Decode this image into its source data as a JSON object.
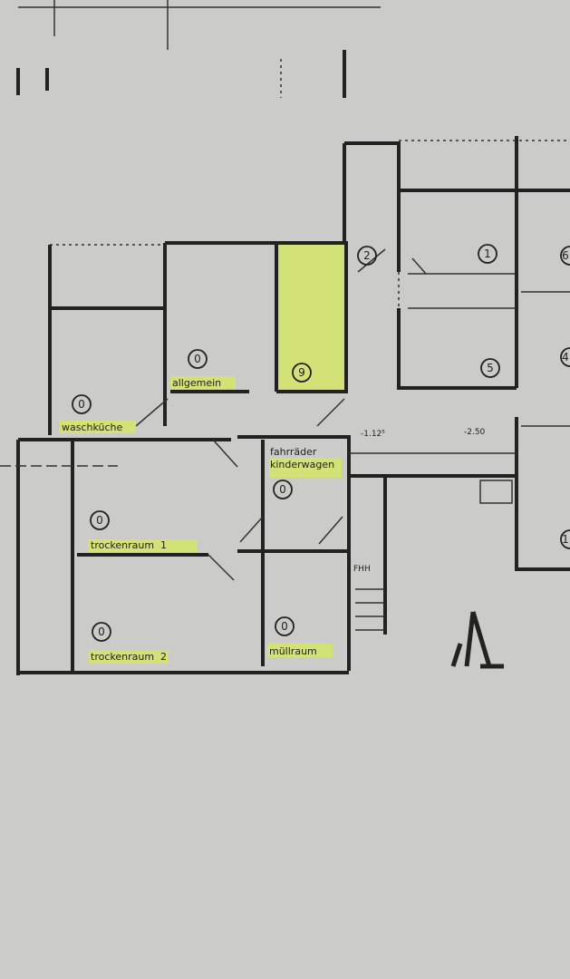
{
  "colors": {
    "paper": "#cbcbc9",
    "highlight": "#c8e04a",
    "ink": "#222222"
  },
  "rooms": [
    {
      "id": "waschkueche",
      "label": "waschküche",
      "number": "0"
    },
    {
      "id": "allgemein",
      "label": "allgemein",
      "number": "0"
    },
    {
      "id": "room9",
      "label": "",
      "number": "9"
    },
    {
      "id": "fahrraeder",
      "label": "fahrräder",
      "label2": "kinderwagen",
      "number": "0"
    },
    {
      "id": "trockenraum1",
      "label": "trockenraum  1",
      "number": "0"
    },
    {
      "id": "trockenraum2",
      "label": "trockenraum  2",
      "number": "0"
    },
    {
      "id": "muellraum",
      "label": "müllraum",
      "number": "0"
    }
  ],
  "other_numbers": [
    "2",
    "1",
    "5",
    "6",
    "4",
    "1"
  ],
  "levels": [
    "-1.12⁵",
    "-2.50"
  ],
  "stair_note": "FHH",
  "north_symbol": "A"
}
